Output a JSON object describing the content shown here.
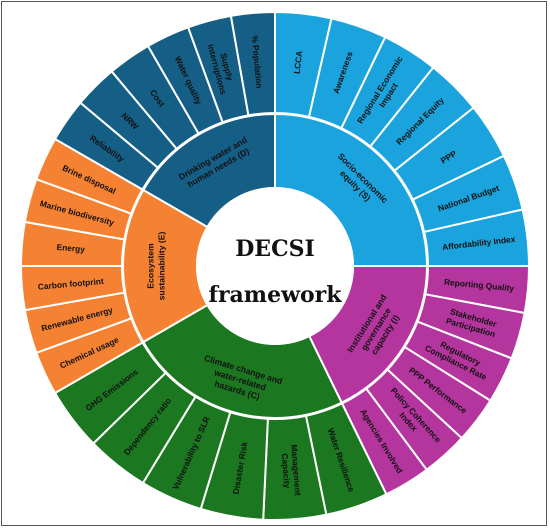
{
  "center": {
    "line1": "DECSI",
    "line2": "framework"
  },
  "dimensions": [
    {
      "key": "S",
      "label_lines": [
        "Socio-economic",
        "equity (S)"
      ],
      "color": "#1aa3dc",
      "span": [
        0,
        90
      ],
      "indicators": [
        [
          "LCCA"
        ],
        [
          "Awareness"
        ],
        [
          "Regional Economic",
          "Impact"
        ],
        [
          "Regional Equity"
        ],
        [
          "PPP"
        ],
        [
          "National Budget"
        ],
        [
          "Affordability Index"
        ]
      ]
    },
    {
      "key": "I",
      "label_lines": [
        "Institutional and",
        "governance",
        "capacity (I)"
      ],
      "color": "#b5359f",
      "span": [
        90,
        154
      ],
      "indicators": [
        [
          "Reporting Quality"
        ],
        [
          "Stakeholder",
          "Participation"
        ],
        [
          "Regulatory",
          "Compliance Rate"
        ],
        [
          "PPP Performance"
        ],
        [
          "Policy Coherence",
          "Index"
        ],
        [
          "Agencies Involved"
        ]
      ]
    },
    {
      "key": "C",
      "label_lines": [
        "Climate change and",
        "water-related",
        "hazards (C)"
      ],
      "color": "#1b7720",
      "span": [
        154,
        240
      ],
      "indicators": [
        [
          "Water Resilience"
        ],
        [
          "Management",
          "Capacity"
        ],
        [
          "Disaster Risk"
        ],
        [
          "Vulnerability to SLR"
        ],
        [
          "Dependency ratio"
        ],
        [
          "GHG Emissions"
        ]
      ]
    },
    {
      "key": "E",
      "label_lines": [
        "Ecosystem",
        "sustainability (E)"
      ],
      "color": "#f58232",
      "span": [
        240,
        300
      ],
      "indicators": [
        [
          "Chemical usage"
        ],
        [
          "Renewable energy"
        ],
        [
          "Carbon footprint"
        ],
        [
          "Energy"
        ],
        [
          "Marine biodiversity"
        ],
        [
          "Brine disposal"
        ]
      ]
    },
    {
      "key": "D",
      "label_lines": [
        "Drinking water and",
        "human needs (D)"
      ],
      "color": "#155e86",
      "span": [
        300,
        360
      ],
      "indicators": [
        [
          "Reliability"
        ],
        [
          "NRW"
        ],
        [
          "Cost"
        ],
        [
          "Water quality"
        ],
        [
          "Supply",
          "interruptions"
        ],
        [
          "% Population"
        ]
      ]
    }
  ]
}
